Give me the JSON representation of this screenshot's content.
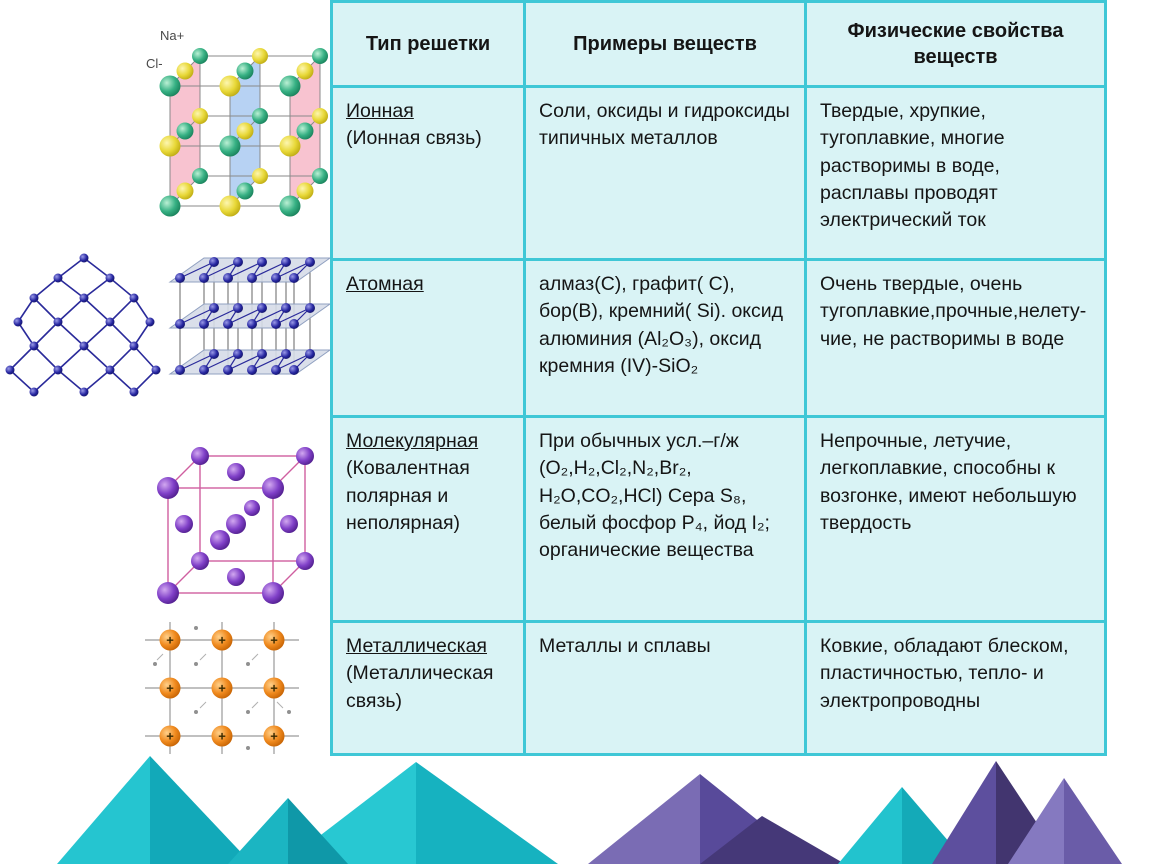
{
  "slide": {
    "background": "#ffffff"
  },
  "table": {
    "style": {
      "background": "#d9f3f5",
      "border_color": "#3fc7d6",
      "text_color": "#151515"
    },
    "headers": [
      "Тип решетки",
      "Примеры веществ",
      "Физические свойства веществ"
    ],
    "rows": [
      {
        "type_title": "Ионная",
        "type_sub": "(Ионная связь)",
        "examples": "Соли, оксиды и гидроксиды типичных металлов",
        "properties": "Твердые, хрупкие, тугоплавкие, многие растворимы в воде, расплавы проводят электрический ток"
      },
      {
        "type_title": "Атомная",
        "type_sub": "",
        "examples": "алмаз(C), графит( C), бор(B), кремний( Si). оксид алюминия (Al₂O₃), оксид кремния (IV)-SiO₂",
        "properties": "Очень твердые, очень тугоплавкие,прочные,нелету-чие, не растворимы в воде"
      },
      {
        "type_title": "Молекулярная",
        "type_sub": "(Ковалентная полярная и неполярная)",
        "examples": "При обычных усл.–г/ж (O₂,H₂,Cl₂,N₂,Br₂, H₂O,CO₂,HCl) Сера S₈, белый фосфор P₄, йод I₂; органические вещества",
        "properties": "Непрочные, летучие, легкоплавкие, способны к возгонке, имеют небольшую твердость"
      },
      {
        "type_title": "Металлическая",
        "type_sub": "(Металлическая связь)",
        "examples": "Металлы и сплавы",
        "properties": "Ковкие, обладают  блеском, пластичностью, тепло- и электропроводны"
      }
    ]
  },
  "illustrations": {
    "ionic": {
      "na_label": "Na+",
      "cl_label": "Cl-"
    },
    "metallic": {
      "plus": "+"
    }
  },
  "decor": {
    "triangle_colors": {
      "teal": "#25c5d0",
      "teal_dark": "#12a9b9",
      "purple": "#7a6cb4",
      "purple_dark": "#453878"
    }
  }
}
